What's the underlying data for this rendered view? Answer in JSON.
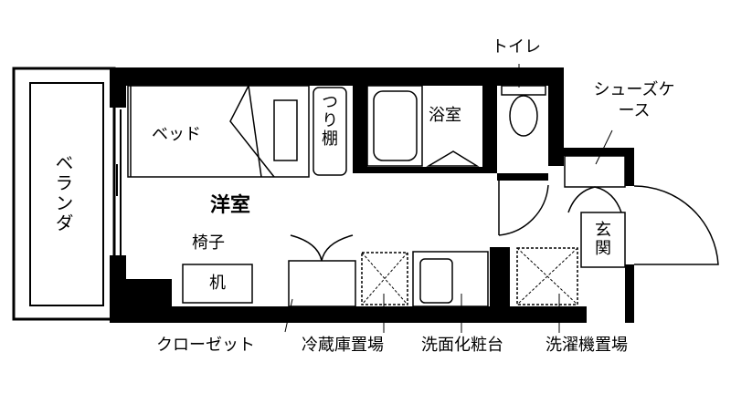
{
  "floorplan": {
    "rooms": {
      "main_room": "洋室",
      "balcony": "ベランダ",
      "bathroom": "浴室",
      "toilet": "トイレ",
      "entrance": "玄関"
    },
    "fixtures": {
      "bed": "ベッド",
      "hanging_shelf": "つり棚",
      "chair": "椅子",
      "desk": "机",
      "shoe_cabinet": "シューズケース",
      "closet": "クローゼット",
      "fridge_space": "冷蔵庫置場",
      "washstand": "洗面化粧台",
      "washer_space": "洗濯機置場"
    }
  }
}
